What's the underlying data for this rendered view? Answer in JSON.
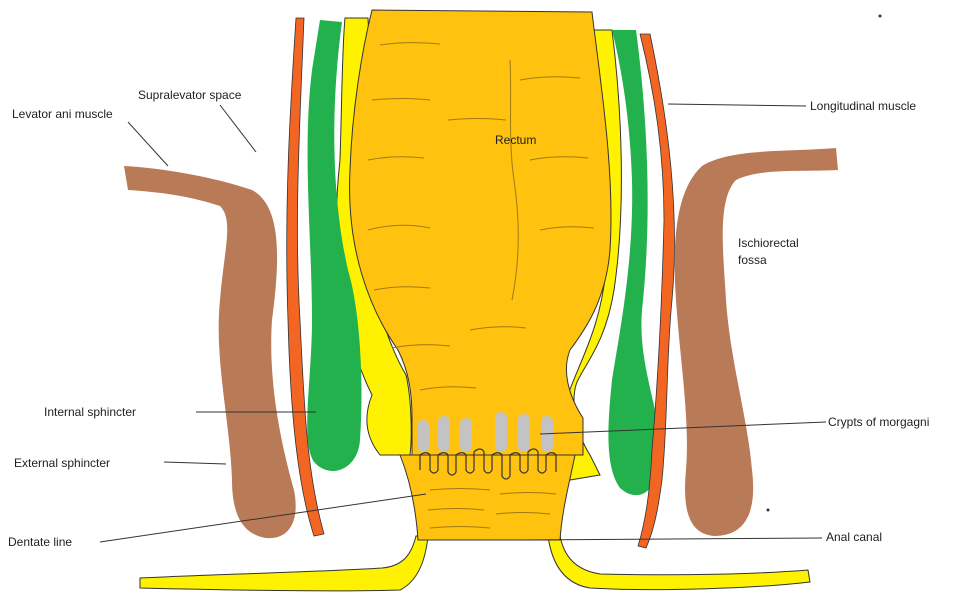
{
  "diagram": {
    "labels": {
      "rectum": "Rectum",
      "supralevator_space": "Supralevator space",
      "levator_ani_muscle": "Levator ani muscle",
      "longitudinal_muscle": "Longitudinal muscle",
      "ischiorectal_fossa_line1": "Ischiorectal",
      "ischiorectal_fossa_line2": "fossa",
      "internal_sphincter": "Internal sphincter",
      "external_sphincter": "External sphincter",
      "crypts_of_morgagni": "Crypts of morgagni",
      "dentate_line": "Dentate line",
      "anal_canal": "Anal canal"
    },
    "colors": {
      "rectum": "#FFC20E",
      "mucosa_lining": "#FFF200",
      "internal_sphincter": "#22B14C",
      "longitudinal_muscle": "#F26522",
      "external_sphincter": "#B97A57",
      "crypts": "#C3C3C3",
      "background": "#FFFFFF"
    }
  }
}
